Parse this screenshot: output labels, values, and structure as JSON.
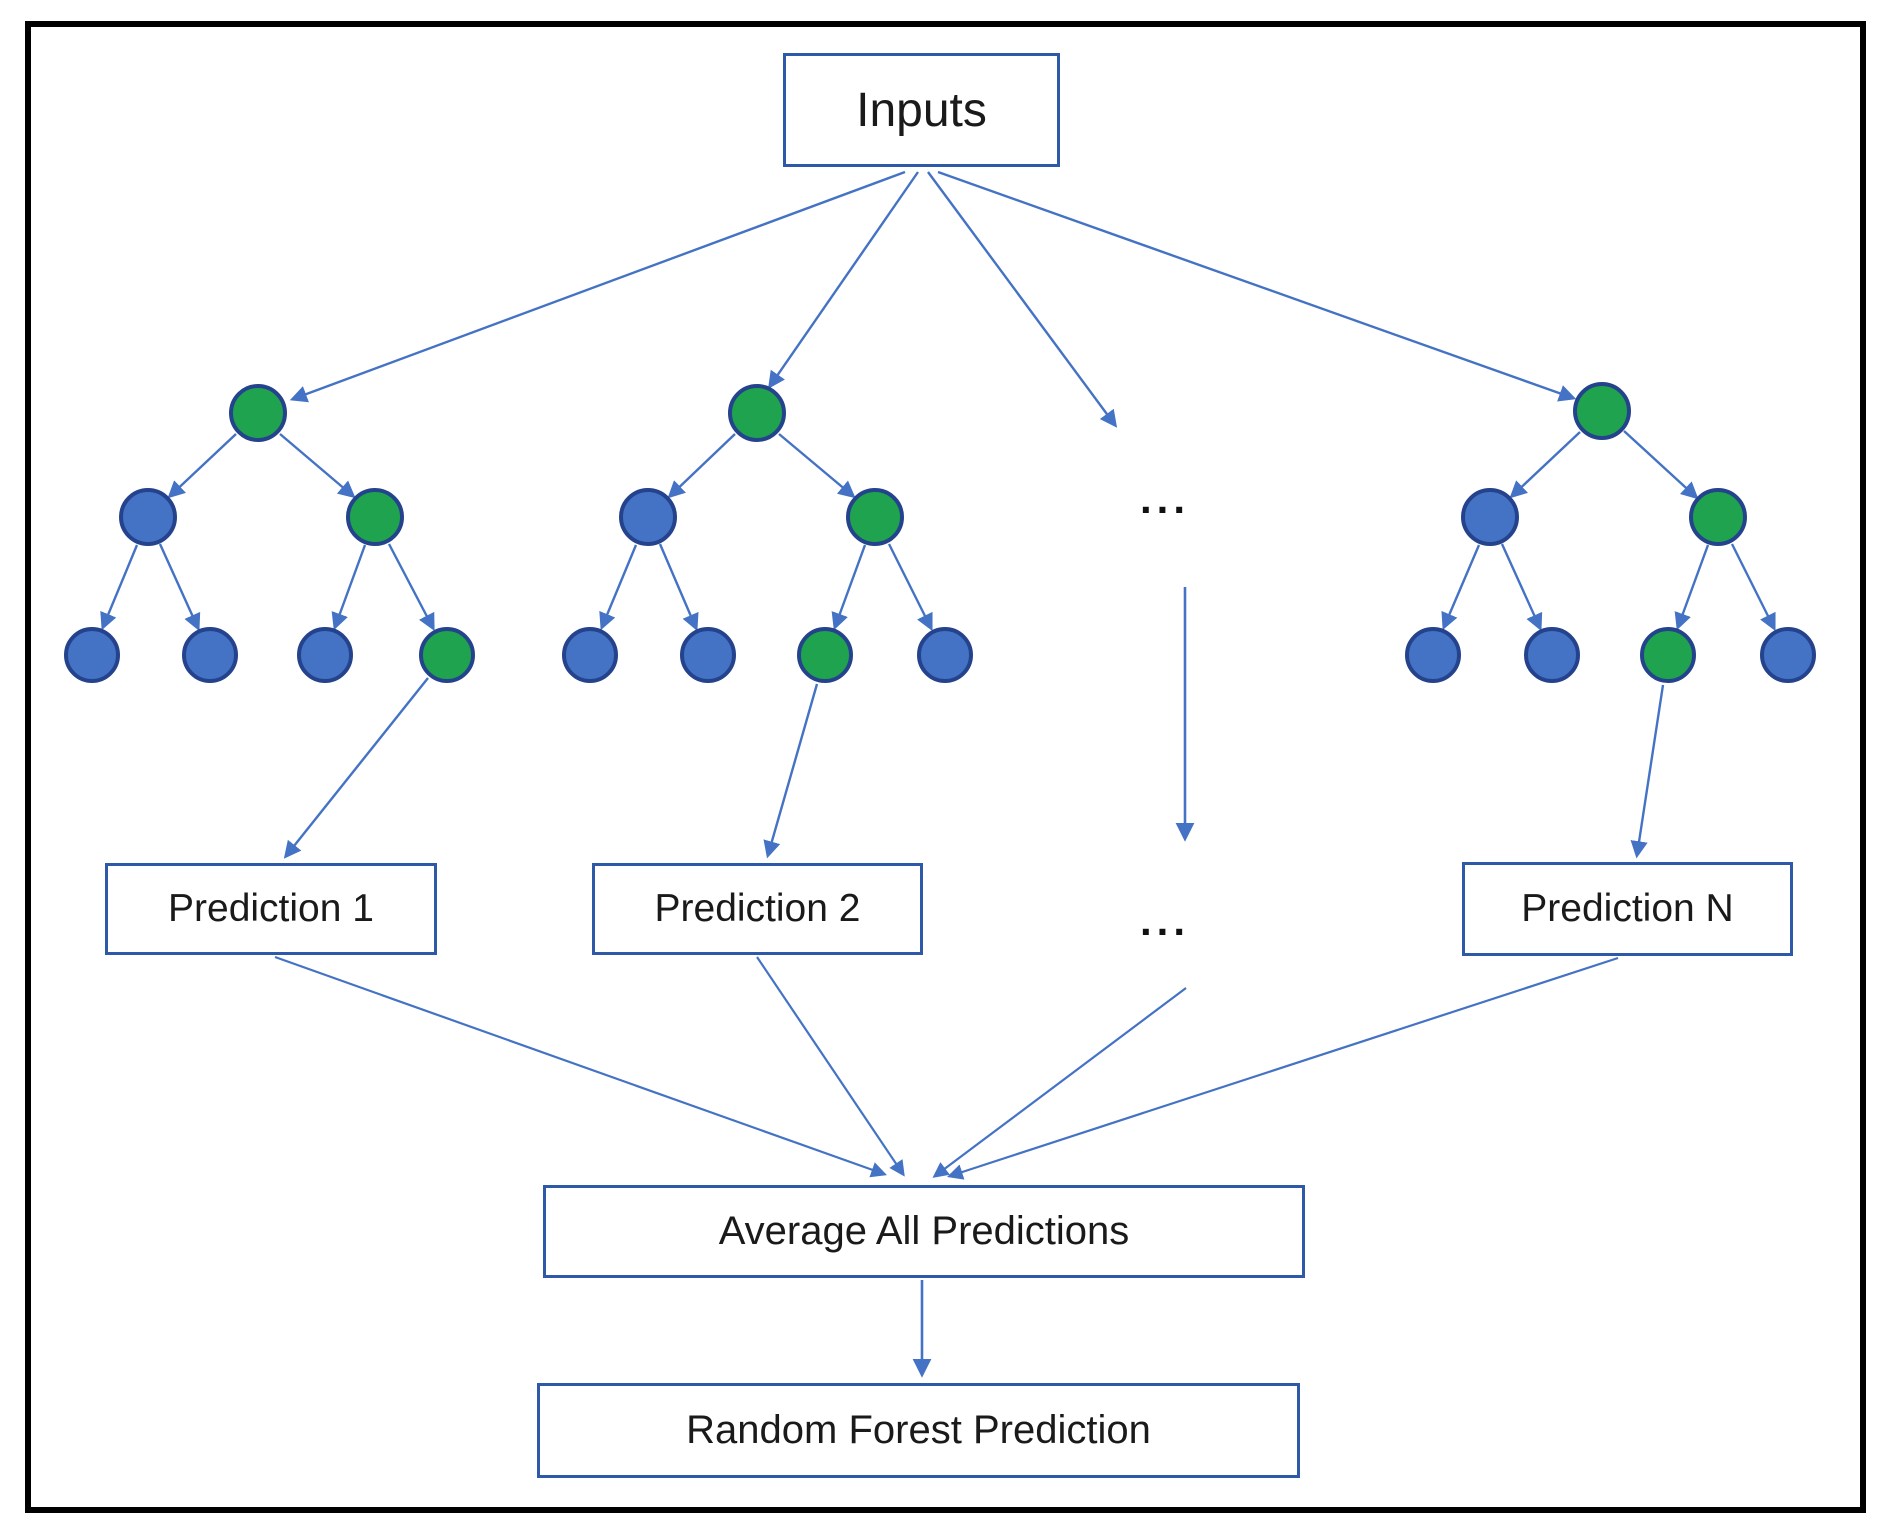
{
  "diagram": {
    "inputs_box": {
      "label": "Inputs"
    },
    "ellipsis_more_trees": "...",
    "ellipsis_more_predictions": "...",
    "prediction_boxes": [
      {
        "label": "Prediction 1"
      },
      {
        "label": "Prediction 2"
      },
      {
        "label": "Prediction N"
      }
    ],
    "average_box": {
      "label": "Average All Predictions"
    },
    "final_box": {
      "label": "Random Forest Prediction"
    },
    "trees": [
      {
        "name": "tree-1",
        "root": "green",
        "level2": [
          "blue",
          "green"
        ],
        "leaves": [
          "blue",
          "blue",
          "blue",
          "green"
        ]
      },
      {
        "name": "tree-2",
        "root": "green",
        "level2": [
          "blue",
          "green"
        ],
        "leaves": [
          "blue",
          "blue",
          "green",
          "blue"
        ]
      },
      {
        "name": "tree-n",
        "root": "green",
        "level2": [
          "blue",
          "green"
        ],
        "leaves": [
          "blue",
          "blue",
          "green",
          "blue"
        ]
      }
    ],
    "palette": {
      "node_green": "#1fa34e",
      "node_blue": "#4472c4",
      "node_border": "#24438c",
      "edge_blue": "#4472c4",
      "box_border": "#2e59a8",
      "frame_black": "#000000",
      "text": "#1a1a1a"
    }
  }
}
